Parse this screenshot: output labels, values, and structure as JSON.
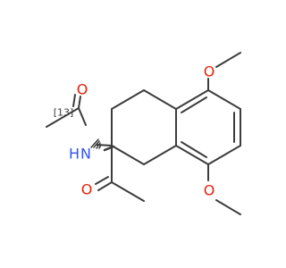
{
  "molecule": {
    "atoms": {
      "o_amide": "O",
      "n_amide": "N",
      "h_amide": "H",
      "isotope_label": "[13]",
      "o_ketone": "O",
      "o_methoxy_top": "O",
      "o_methoxy_bottom": "O"
    },
    "colors": {
      "bond": "#3c3c3c",
      "oxygen": "#e8200a",
      "nitrogen": "#3050f8",
      "isotope": "#3c3c3c"
    }
  }
}
